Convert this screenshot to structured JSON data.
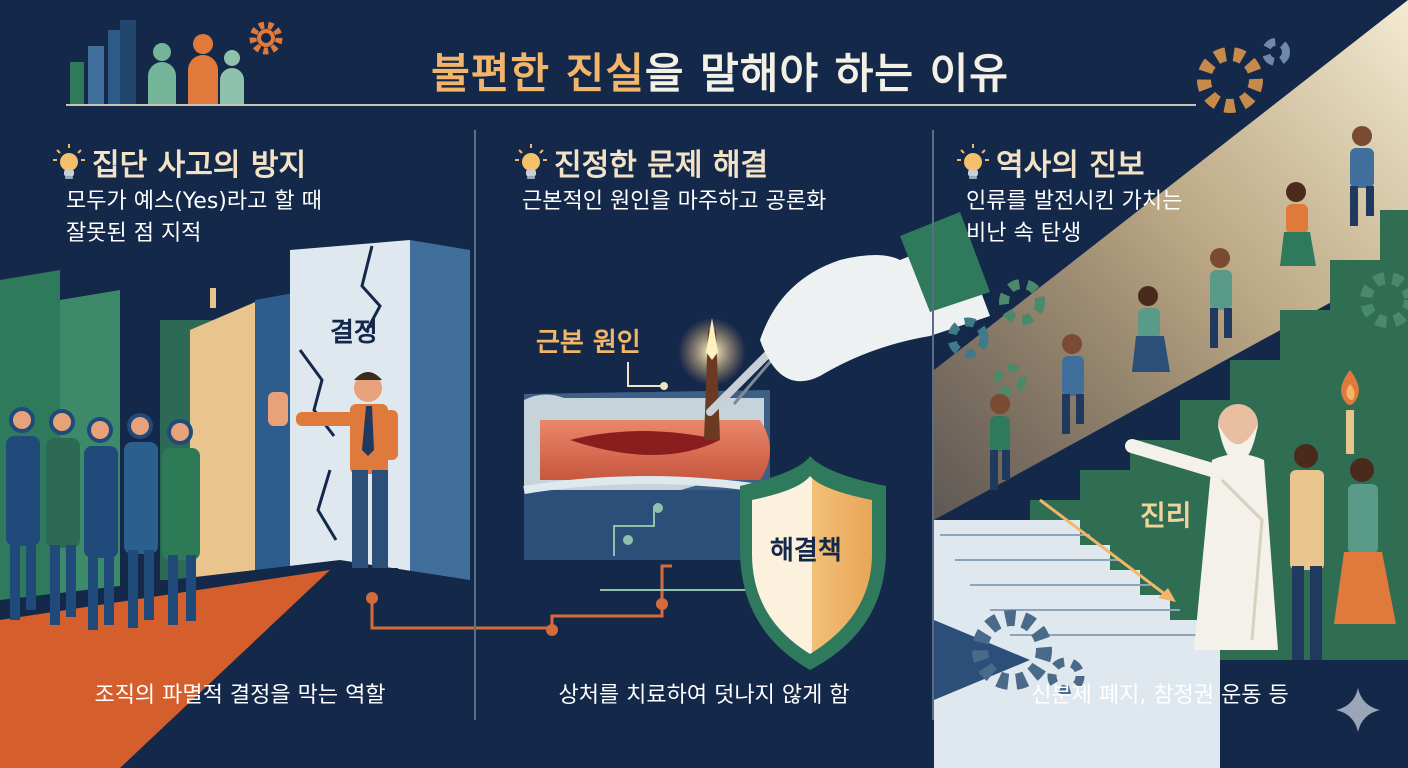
{
  "title": {
    "part1": "불편한 진실",
    "part2": "을 말해야 하는 이유"
  },
  "sections": [
    {
      "heading": "집단 사고의 방지",
      "subtitle_lines": [
        "모두가 예스(Yes)라고 할 때",
        "잘못된 점 지적"
      ],
      "image_label": "결정",
      "caption": "조직의 파멸적 결정을 막는 역할"
    },
    {
      "heading": "진정한 문제 해결",
      "subtitle_lines": [
        "근본적인 원인을 마주하고 공론화"
      ],
      "image_label": "근본 원인",
      "image_label_2": "해결책",
      "caption": "상처를 치료하여 덧나지 않게 함"
    },
    {
      "heading": "역사의 진보",
      "subtitle_lines": [
        "인류를 발전시킨 가치는",
        "비난 속 탄생"
      ],
      "image_label": "진리",
      "caption": "신분제 폐지, 참정권 운동 등"
    }
  ],
  "icons": [
    "lightbulb-icon",
    "gear-icon",
    "star-sparkle-icon",
    "shield-icon",
    "torch-icon",
    "scalpel-icon"
  ],
  "colors": {
    "background": "#14284a",
    "heading": "#f3e3c6",
    "accent_orange": "#e07a3c",
    "accent_gold": "#f2b56a",
    "green": "#2f7a5c"
  }
}
